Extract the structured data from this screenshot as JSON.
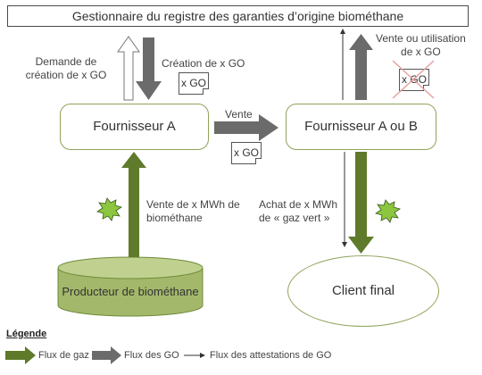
{
  "registry": {
    "title": "Gestionnaire du registre des garanties d’origine biométhane"
  },
  "nodes": {
    "supplier_a": "Fournisseur A",
    "supplier_ab": "Fournisseur A ou B",
    "producer": "Producteur de biométhane",
    "client": "Client final"
  },
  "labels": {
    "request": "Demande de\ncréation de x GO",
    "creation": "Création de x GO",
    "sale_go": "Vente",
    "sale_or_use": "Vente ou utilisation\nde x GO",
    "biomethane_sale": "Vente de x MWh de\nbiométhane",
    "green_gas_purchase": "Achat de x MWh\nde « gaz vert »"
  },
  "documents": {
    "go_doc": "x GO"
  },
  "legend": {
    "title": "Légende",
    "gas_flow": "Flux de gaz",
    "go_flow": "Flux des GO",
    "attestation_flow": "Flux des attestations de GO"
  },
  "colors": {
    "gas": "#5f7a2b",
    "go": "#6b6b6b",
    "cylinder": "#a3b86a",
    "burst": "#8cc63f",
    "cross": "#e5a0a0"
  }
}
